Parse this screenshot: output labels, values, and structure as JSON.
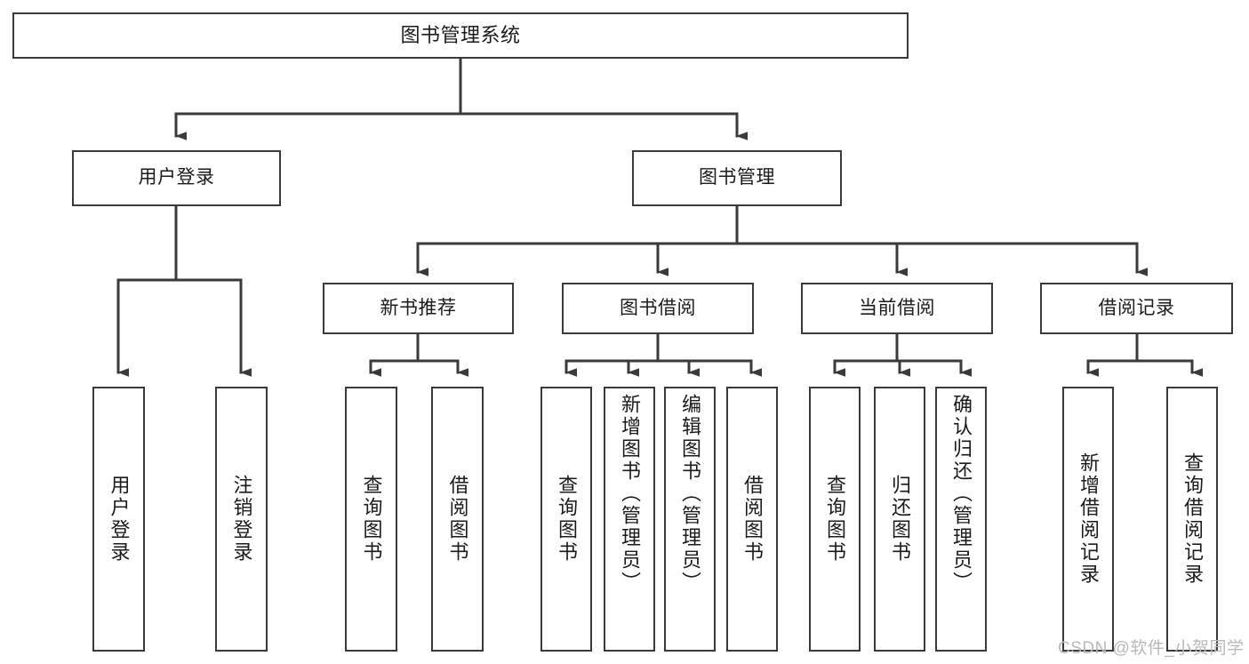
{
  "diagram": {
    "type": "tree-hierarchy",
    "title": "图书管理系统",
    "watermark": "CSDN @软件_小贺同学",
    "colors": {
      "box_border": "#3a3a3a",
      "box_fill": "#ffffff",
      "edge": "#3a3a3a",
      "text": "#1b1b1b",
      "watermark": "#b9b9b9",
      "background": "#ffffff"
    },
    "nodes": {
      "root": {
        "label": "图书管理系统"
      },
      "level2": [
        {
          "id": "user-login",
          "label": "用户登录"
        },
        {
          "id": "book-management",
          "label": "图书管理"
        }
      ],
      "level3": [
        {
          "id": "new-book-recommend",
          "label": "新书推荐"
        },
        {
          "id": "book-borrow",
          "label": "图书借阅"
        },
        {
          "id": "current-borrow",
          "label": "当前借阅"
        },
        {
          "id": "borrow-record",
          "label": "借阅记录"
        }
      ],
      "leaves": {
        "user-login": [
          {
            "id": "leaf-user-login",
            "label": "用户登录"
          },
          {
            "id": "leaf-logout-login",
            "label": "注销登录"
          }
        ],
        "new-book-recommend": [
          {
            "id": "leaf-query-book-1",
            "label": "查询图书"
          },
          {
            "id": "leaf-borrow-book-1",
            "label": "借阅图书"
          }
        ],
        "book-borrow": [
          {
            "id": "leaf-query-book-2",
            "label": "查询图书"
          },
          {
            "id": "leaf-add-book-admin",
            "label": "新增图书（管理员）"
          },
          {
            "id": "leaf-edit-book-admin",
            "label": "编辑图书（管理员）"
          },
          {
            "id": "leaf-borrow-book-2",
            "label": "借阅图书"
          }
        ],
        "current-borrow": [
          {
            "id": "leaf-query-book-3",
            "label": "查询图书"
          },
          {
            "id": "leaf-return-book",
            "label": "归还图书"
          },
          {
            "id": "leaf-confirm-return-admin",
            "label": "确认归还（管理员）"
          }
        ],
        "borrow-record": [
          {
            "id": "leaf-add-borrow-record",
            "label": "新增借阅记录"
          },
          {
            "id": "leaf-query-borrow-record",
            "label": "查询借阅记录"
          }
        ]
      }
    }
  }
}
